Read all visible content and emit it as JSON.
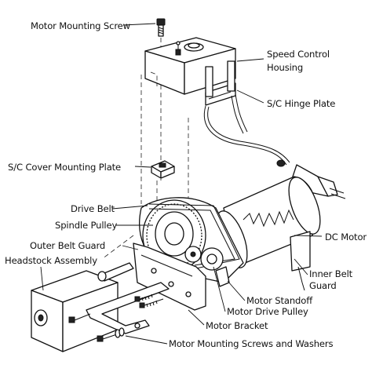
{
  "labels": {
    "motor_mounting_screw": "Motor Mounting Screw",
    "speed_control_housing_1": "Speed Control",
    "speed_control_housing_2": "Housing",
    "sc_hinge_plate": "S/C Hinge Plate",
    "sc_cover_mounting_plate": "S/C Cover Mounting Plate",
    "drive_belt": "Drive Belt",
    "spindle_pulley": "Spindle Pulley",
    "outer_belt_guard": "Outer Belt Guard",
    "headstock_assembly": "Headstock Assembly",
    "dc_motor": "DC Motor",
    "inner_belt_guard_1": "Inner Belt",
    "inner_belt_guard_2": "Guard",
    "motor_standoff": "Motor Standoff",
    "motor_drive_pulley": "Motor Drive Pulley",
    "motor_bracket": "Motor Bracket",
    "motor_mounting_screws_and_washers": "Motor Mounting Screws and Washers"
  },
  "colors": {
    "line": "#111111",
    "background": "#ffffff",
    "shade": "#222222"
  }
}
